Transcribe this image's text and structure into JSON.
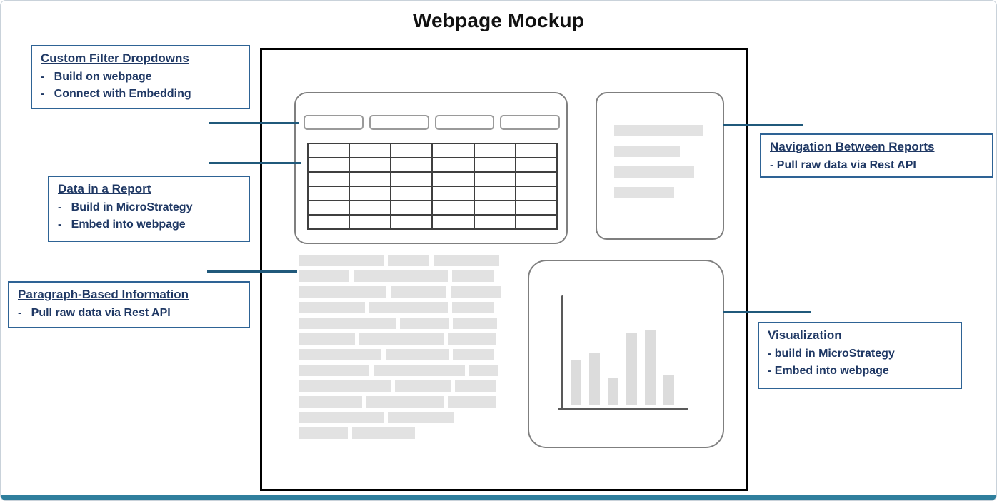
{
  "title": "Webpage Mockup",
  "colors": {
    "callout_border": "#2E6395",
    "callout_text": "#1F3864",
    "connector": "#20597B",
    "placeholder": "#E2E2E2",
    "table_border": "#3F3F3F",
    "container_border": "#7F7F7F",
    "mockup_border": "#000000",
    "bottom_bar": "#2F7F9D",
    "axis": "#595959",
    "title_text": "#111111"
  },
  "callouts": [
    {
      "title": "Custom Filter Dropdowns",
      "bullets": [
        "-   Build on webpage",
        "-   Connect with Embedding"
      ]
    },
    {
      "title": "Data in a Report",
      "bullets": [
        "-   Build in MicroStrategy",
        "-   Embed into webpage"
      ]
    },
    {
      "title": "Paragraph-Based Information",
      "bullets": [
        "-   Pull raw data via Rest API"
      ]
    },
    {
      "title": "Navigation Between Reports",
      "bullets": [
        "- Pull raw data via Rest API"
      ]
    },
    {
      "title": "Visualization",
      "bullets": [
        "- build in MicroStrategy",
        "- Embed into webpage"
      ]
    }
  ],
  "mockup": {
    "dropdown_count": 4,
    "table": {
      "rows": 6,
      "cols": 6
    },
    "nav_bars": [
      124,
      92,
      112,
      84
    ],
    "paragraph_lines": [
      [
        118,
        58,
        92
      ],
      [
        70,
        132,
        58
      ],
      [
        122,
        78,
        70
      ],
      [
        92,
        110,
        58
      ],
      [
        135,
        68,
        62
      ],
      [
        78,
        118,
        68
      ],
      [
        115,
        88,
        58
      ],
      [
        98,
        128,
        40
      ],
      [
        128,
        78,
        58
      ],
      [
        88,
        108,
        68
      ],
      [
        118,
        92
      ],
      [
        68,
        88
      ]
    ],
    "viz_bar_heights": [
      62,
      72,
      38,
      100,
      104,
      42
    ]
  }
}
